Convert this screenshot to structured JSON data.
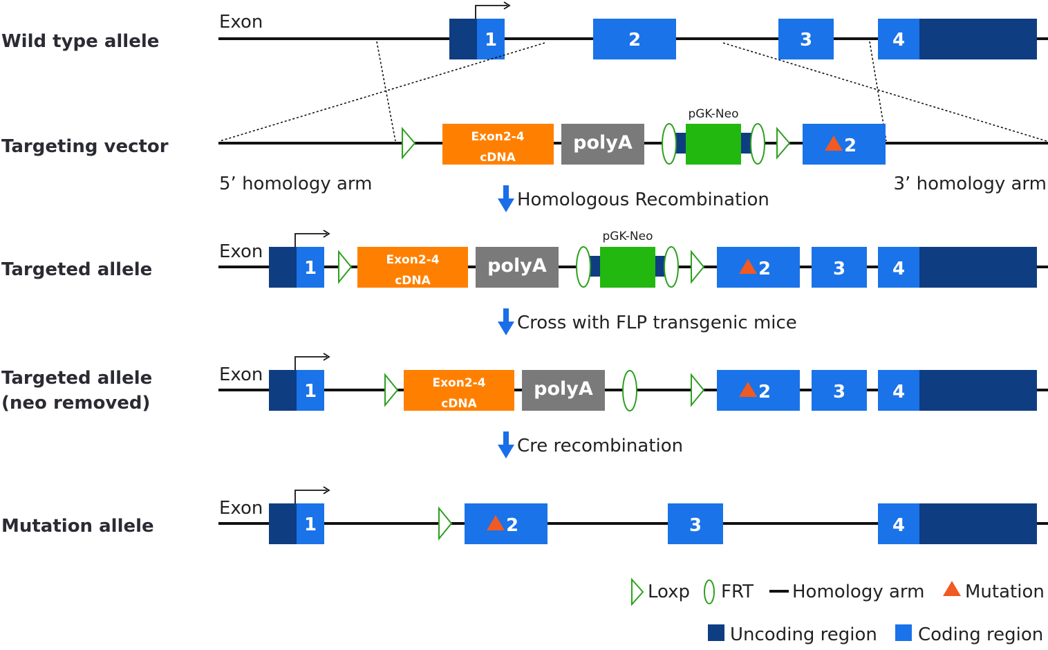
{
  "rows": {
    "wild_type": "Wild type allele",
    "targeting_vector": "Targeting vector",
    "targeted_allele": "Targeted allele",
    "neo_removed_line1": "Targeted allele",
    "neo_removed_line2": "(neo removed)",
    "mutation_allele": "Mutation allele"
  },
  "labels": {
    "exon": "Exon",
    "homology_5": "5’ homology arm",
    "homology_3": "3’ homology arm",
    "pgk_neo": "pGK-Neo",
    "cdna_line1": "Exon2-4",
    "cdna_line2": "cDNA",
    "polya": "polyA"
  },
  "exons": {
    "e1": "1",
    "e2": "2",
    "e3": "3",
    "e4": "4"
  },
  "steps": {
    "step1": "Homologous Recombination",
    "step2": "Cross with FLP transgenic mice",
    "step3": "Cre recombination"
  },
  "legend": {
    "loxp": "Loxp",
    "frt": "FRT",
    "homology_arm": "Homology arm",
    "mutation": "Mutation",
    "uncoding": "Uncoding region",
    "coding": "Coding region"
  },
  "colors": {
    "uncoding": "#0f3d82",
    "coding": "#1a73e8",
    "cdna": "#ff8000",
    "polya": "#7a7a7a",
    "neo": "#22b80f",
    "loxp": "#2ca01c",
    "mutation": "#f05a23",
    "line": "#111111",
    "arrow": "#1a6ee8"
  }
}
